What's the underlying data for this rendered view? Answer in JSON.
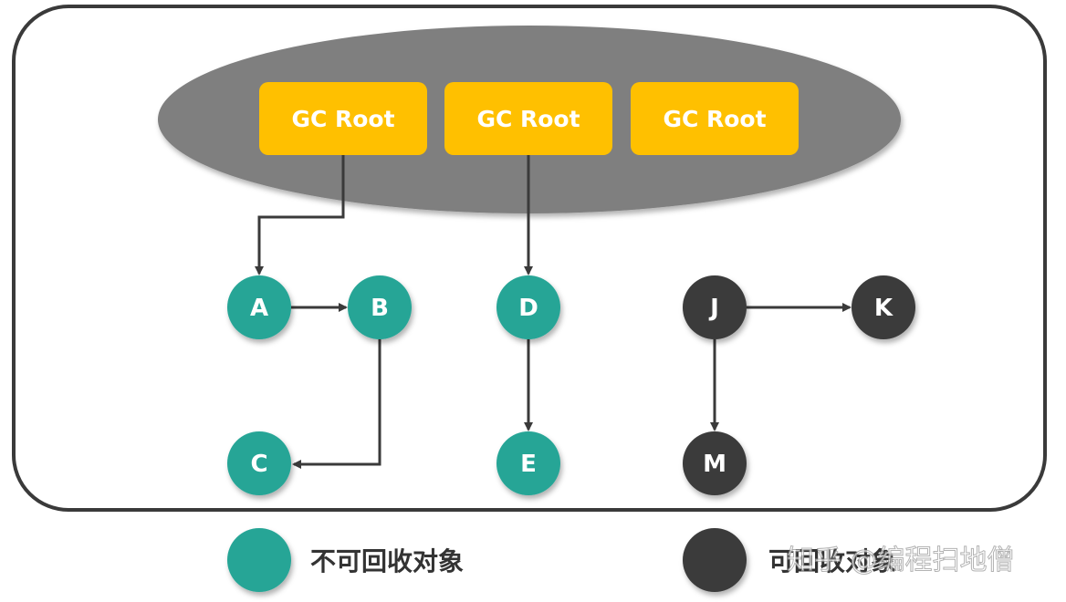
{
  "title": "GC Roots reachability diagram",
  "colors": {
    "frame": "#3a3a3a",
    "ellipse": "#7f7f7f",
    "root_box": "#ffc000",
    "reachable": "#26a596",
    "unreachable": "#3a3a3a",
    "edge": "#3a3a3a",
    "text_light": "#ffffff",
    "text_dark": "#333333"
  },
  "roots": [
    {
      "id": "root1",
      "label": "GC Root"
    },
    {
      "id": "root2",
      "label": "GC Root"
    },
    {
      "id": "root3",
      "label": "GC Root"
    }
  ],
  "nodes": [
    {
      "id": "A",
      "label": "A",
      "type": "reachable"
    },
    {
      "id": "B",
      "label": "B",
      "type": "reachable"
    },
    {
      "id": "C",
      "label": "C",
      "type": "reachable"
    },
    {
      "id": "D",
      "label": "D",
      "type": "reachable"
    },
    {
      "id": "E",
      "label": "E",
      "type": "reachable"
    },
    {
      "id": "J",
      "label": "J",
      "type": "unreachable"
    },
    {
      "id": "K",
      "label": "K",
      "type": "unreachable"
    },
    {
      "id": "M",
      "label": "M",
      "type": "unreachable"
    }
  ],
  "edges": [
    {
      "from": "root1",
      "to": "A"
    },
    {
      "from": "A",
      "to": "B"
    },
    {
      "from": "B",
      "to": "C"
    },
    {
      "from": "root2",
      "to": "D"
    },
    {
      "from": "D",
      "to": "E"
    },
    {
      "from": "J",
      "to": "K"
    },
    {
      "from": "J",
      "to": "M"
    }
  ],
  "legend": [
    {
      "type": "reachable",
      "label": "不可回收对象"
    },
    {
      "type": "unreachable",
      "label": "可回收对象"
    }
  ],
  "watermark": "知乎 @编程扫地僧"
}
